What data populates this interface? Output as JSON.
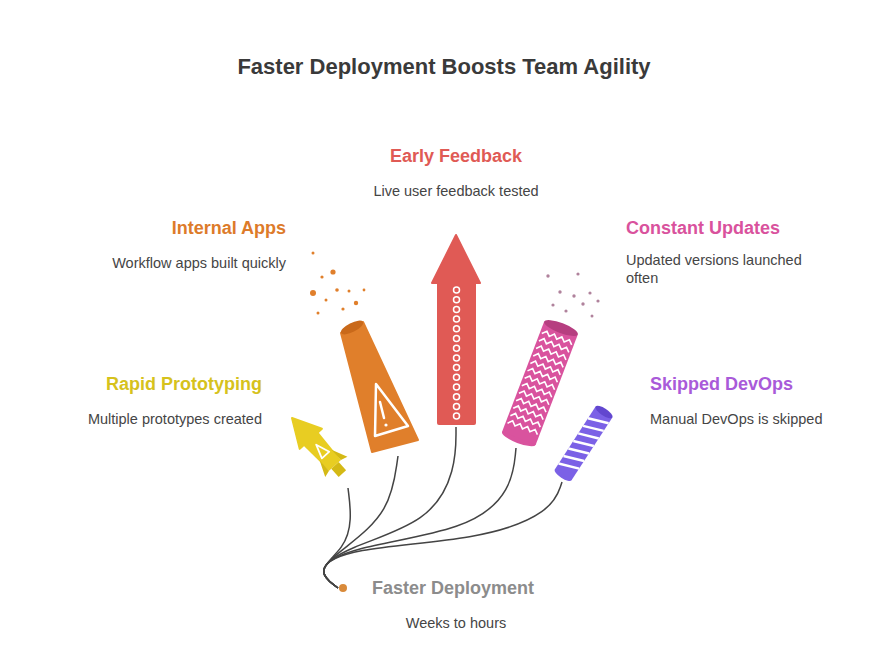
{
  "diagram": {
    "title": "Faster Deployment Boosts Team Agility",
    "nodes": [
      {
        "text": [
          "Early Feedback",
          "Live user feedback tested"
        ]
      },
      {
        "text": [
          "Internal Apps",
          "Workflow apps built quickly"
        ]
      },
      {
        "text": [
          "Constant Updates",
          "Updated versions launched often"
        ]
      },
      {
        "text": [
          "Rapid Prototyping",
          "Multiple prototypes created"
        ]
      },
      {
        "text": [
          "Skipped DevOps",
          "Manual DevOps is skipped"
        ]
      },
      {
        "text": [
          "Faster Deployment",
          "Weeks to hours"
        ]
      }
    ],
    "edges": [
      {
        "from": 5,
        "to": 0,
        "arrow": "none"
      },
      {
        "from": 5,
        "to": 1,
        "arrow": "none"
      },
      {
        "from": 5,
        "to": 2,
        "arrow": "none"
      },
      {
        "from": 5,
        "to": 3,
        "arrow": "none"
      },
      {
        "from": 5,
        "to": 4,
        "arrow": "none"
      }
    ]
  }
}
